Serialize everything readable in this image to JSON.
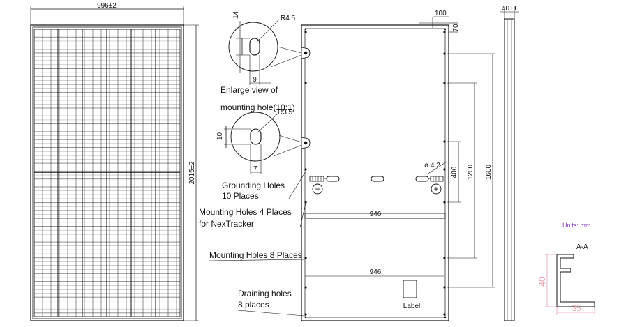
{
  "front_view": {
    "width_label": "996±2",
    "height_label": "2015±2"
  },
  "detail_large": {
    "radius_label": "R4.5",
    "height_label": "14",
    "width_label": "9",
    "caption_line1": "Enlarge view of",
    "caption_line2": "mounting hole(10:1)"
  },
  "detail_small": {
    "radius_label": "R3.5",
    "height_label": "10",
    "width_label": "7"
  },
  "back_view": {
    "top_offset_label": "100",
    "side_offset_label": "70",
    "hole_dia_label": "ø 4.2",
    "dim_400": "400",
    "dim_1200": "1200",
    "dim_1600": "1600",
    "span_upper": "946",
    "span_lower": "946",
    "label_box_text": "Label",
    "negative_sign": "−",
    "positive_sign": "+"
  },
  "callouts": {
    "grounding_line1": "Grounding Holes",
    "grounding_line2": "10 Places",
    "nextracker_line1": "Mounting Holes 4 Places",
    "nextracker_line2": "for NexTracker",
    "mounting8": "Mounting Holes 8 Places",
    "draining_line1": "Draining holes",
    "draining_line2": "8 places"
  },
  "side_view": {
    "thickness_label": "40±1"
  },
  "section": {
    "units": "Units: mm",
    "title": "A-A",
    "height_label": "40",
    "width_label": "35"
  },
  "colors": {
    "line": "#111111",
    "accent_pink": "#e8a0b0",
    "units_purple": "#8a3fb8"
  }
}
